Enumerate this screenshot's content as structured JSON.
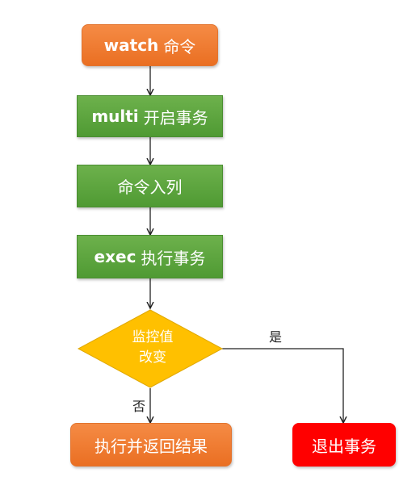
{
  "nodes": {
    "watch": {
      "keyword": "watch",
      "label": "命令"
    },
    "multi": {
      "keyword": "multi",
      "label": "开启事务"
    },
    "enqueue": {
      "label": "命令入列"
    },
    "exec": {
      "keyword": "exec",
      "label": "执行事务"
    },
    "decision": {
      "line1": "监控值",
      "line2": "改变"
    },
    "execute_result": {
      "label": "执行并返回结果"
    },
    "exit": {
      "label": "退出事务"
    }
  },
  "edges": {
    "yes_label": "是",
    "no_label": "否"
  },
  "colors": {
    "orange": "#ee7a31",
    "green": "#5ca63e",
    "yellow": "#ffc000",
    "red": "#ff0000",
    "line": "#222222"
  }
}
